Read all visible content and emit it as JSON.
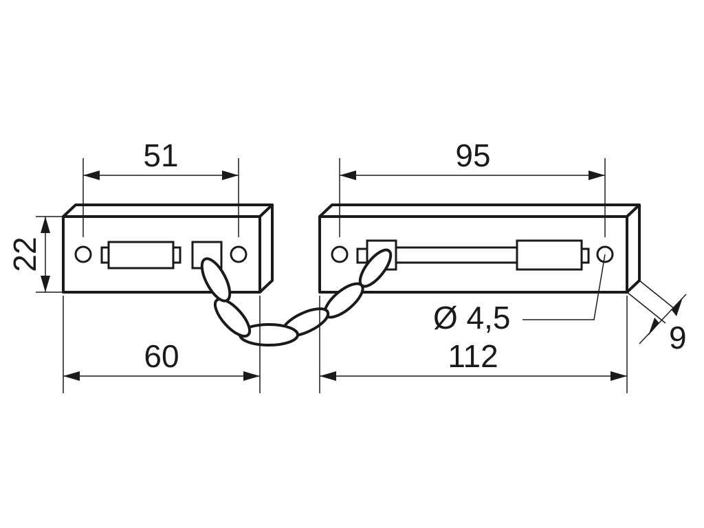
{
  "dimensions": {
    "left_hole_spacing": "51",
    "left_plate_length": "60",
    "plate_height": "22",
    "right_hole_spacing": "95",
    "right_plate_length": "112",
    "hole_diameter": "Ø 4,5",
    "plate_depth": "9"
  },
  "colors": {
    "line": "#1a1a1a",
    "background": "#ffffff"
  }
}
